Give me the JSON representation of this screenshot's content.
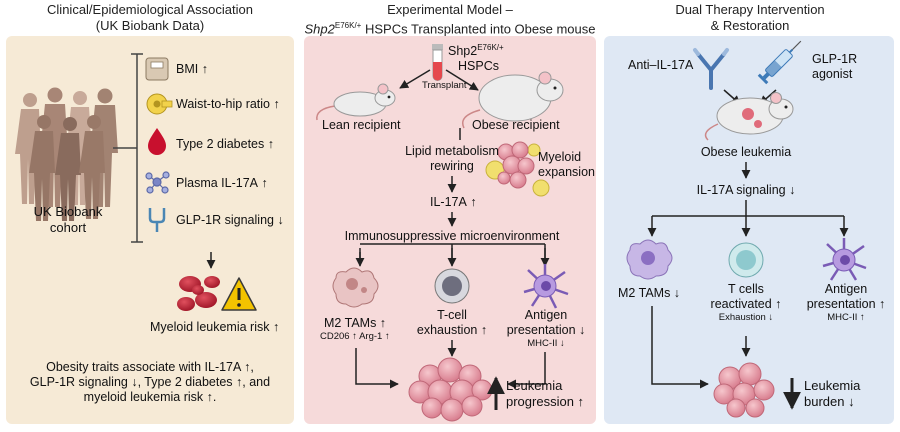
{
  "colors": {
    "panel1": "#f6ead6",
    "panel2": "#f6dada",
    "panel3": "#dfe8f4",
    "cell_pink": "#e79ba6",
    "macrophage": "#b8a2d2",
    "tcell": "#9a9aa6",
    "antigen": "#a78bd1",
    "lipid": "#f1df6e",
    "blood": "#c8102e",
    "warning": "#f3c300",
    "mouse": "#ededed"
  },
  "panel1": {
    "header_line1": "Clinical/Epidemiological Association",
    "header_line2": "(UK Biobank Data)",
    "cohort_line1": "UK Biobank",
    "cohort_line2": "cohort",
    "traits": [
      {
        "label": "BMI",
        "dir": "up",
        "icon": "scale-icon"
      },
      {
        "label": "Waist-to-hip ratio",
        "dir": "up",
        "icon": "tape-measure-icon"
      },
      {
        "label": "Type 2 diabetes",
        "dir": "up",
        "icon": "blood-drop-icon"
      },
      {
        "label": "Plasma IL-17A",
        "dir": "up",
        "icon": "molecule-icon"
      },
      {
        "label": "GLP-1R signaling",
        "dir": "down",
        "icon": "receptor-icon"
      }
    ],
    "risk": "Myeloid leukemia risk",
    "summary_line1": "Obesity traits associate with IL-17A ↑,",
    "summary_line2": "GLP-1R signaling ↓, Type 2 diabetes ↑, and",
    "summary_line3": "myeloid leukemia risk ↑."
  },
  "panel2": {
    "header_line1": "Experimental Model –",
    "header_gene": "Shp2",
    "header_sup": "E76K/+",
    "header_rest": " HSPCs Transplanted into Obese mouse",
    "tube_line1_gene": "Shp2",
    "tube_line1_sup": "E76K/+",
    "tube_line2": "HSPCs",
    "transplant": "Transplant",
    "lean": "Lean recipient",
    "obese": "Obese recipient",
    "lipid_line1": "Lipid metabolism",
    "lipid_line2": "rewiring",
    "myeloid_line1": "Myeloid",
    "myeloid_line2": "expansion",
    "il17": "IL-17A",
    "immuno": "Immunosuppressive microenvironment",
    "m2": "M2 TAMs",
    "m2_markers": "CD206 ↑ Arg-1 ↑",
    "tcell_line1": "T-cell",
    "tcell_line2": "exhaustion",
    "antigen_line1": "Antigen",
    "antigen_line2": "presentation",
    "antigen_marker": "MHC-II ↓",
    "leuk_line1": "Leukemia",
    "leuk_line2": "progression"
  },
  "panel3": {
    "header_line1": "Dual Therapy Intervention",
    "header_line2": "& Restoration",
    "anti": "Anti–IL-17A",
    "glp_line1": "GLP-1R",
    "glp_line2": "agonist",
    "obese_leuk": "Obese leukemia",
    "il17": "IL-17A signaling",
    "m2": "M2 TAMs",
    "tcell_line1": "T cells",
    "tcell_line2": "reactivated",
    "tcell_marker": "Exhaustion ↓",
    "antigen_line1": "Antigen",
    "antigen_line2": "presentation",
    "antigen_marker": "MHC-II ↑",
    "burden_line1": "Leukemia",
    "burden_line2": "burden"
  }
}
